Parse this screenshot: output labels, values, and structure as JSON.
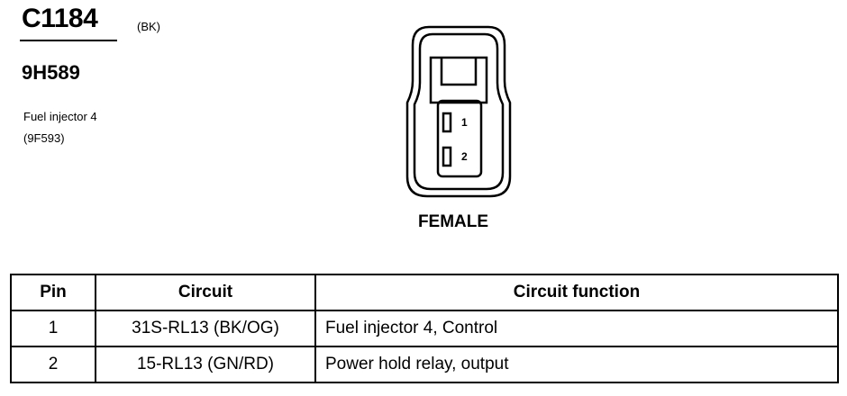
{
  "connector": {
    "id": "C1184",
    "color": "(BK)",
    "part_number": "9H589",
    "description_line1": "Fuel injector 4",
    "description_line2": "(9F593)",
    "gender": "FEMALE",
    "pin_numbers": [
      "1",
      "2"
    ]
  },
  "table": {
    "headers": [
      "Pin",
      "Circuit",
      "Circuit function"
    ],
    "rows": [
      {
        "pin": "1",
        "circuit": "31S-RL13 (BK/OG)",
        "function": "Fuel injector 4, Control"
      },
      {
        "pin": "2",
        "circuit": "15-RL13 (GN/RD)",
        "function": "Power hold relay, output"
      }
    ]
  }
}
